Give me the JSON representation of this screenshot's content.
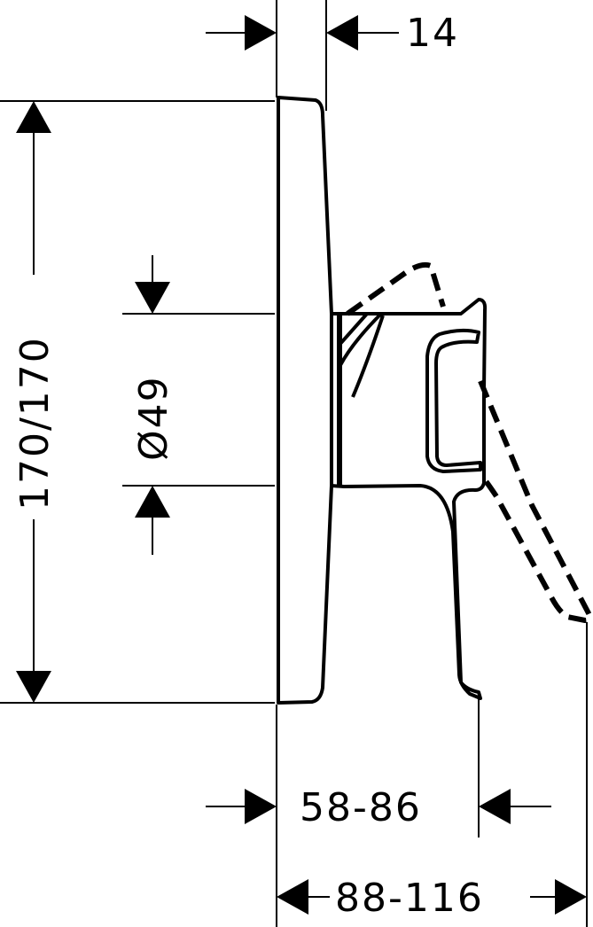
{
  "dimensions": {
    "depth_top": "14",
    "height": "170/170",
    "diameter": "Ø49",
    "projection_min": "58-86",
    "projection_max": "88-116"
  },
  "colors": {
    "line": "#000000",
    "background": "#ffffff"
  }
}
